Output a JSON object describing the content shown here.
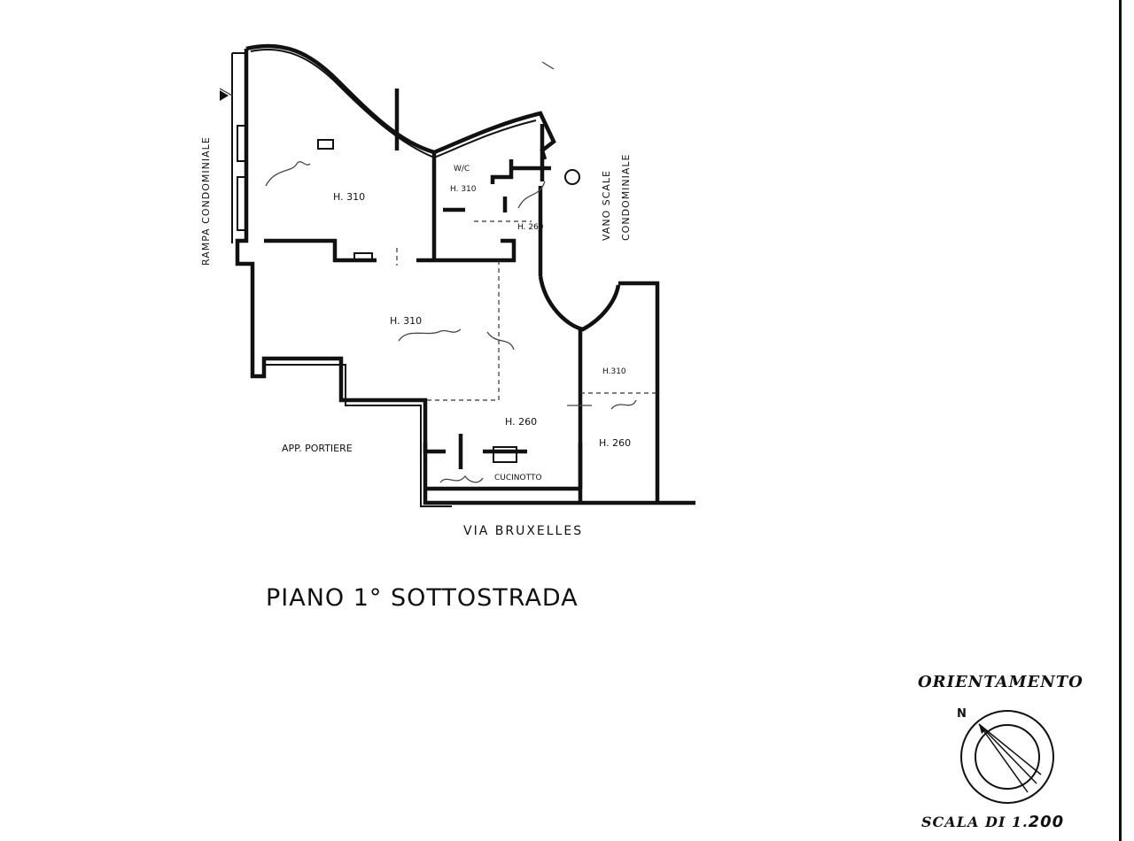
{
  "plan": {
    "title": "PIANO 1° SOTTOSTRADA",
    "street": "VIA BRUXELLES",
    "left_label": "RAMPA CONDOMINIALE",
    "right_label_1": "VANO SCALE",
    "right_label_2": "CONDOMINIALE",
    "adjacent": "APP. PORTIERE",
    "rooms": {
      "main_top": "H. 310",
      "wc_title": "W/C",
      "wc_height": "H. 310",
      "hall_lower": "H. 260",
      "central": "H. 310",
      "right_top": "H.310",
      "right_bottom": "H. 260",
      "kitchen_area": "H. 260",
      "kitchen": "CUCINOTTO"
    }
  },
  "compass": {
    "heading": "ORIENTAMENTO",
    "north": "N"
  },
  "scale": {
    "label": "SCALA DI 1.",
    "value": "200"
  }
}
